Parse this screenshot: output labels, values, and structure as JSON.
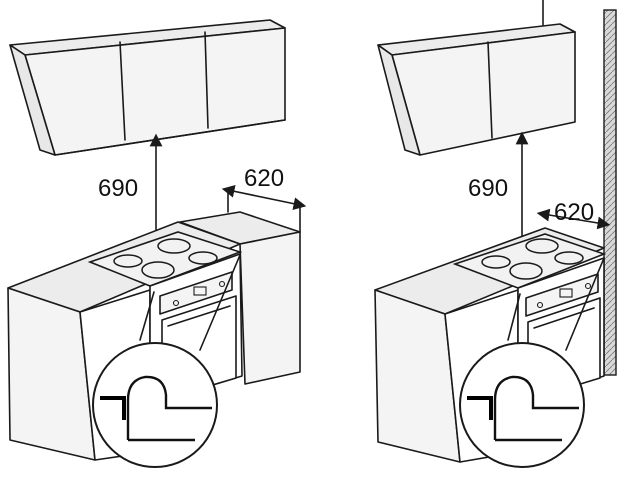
{
  "dimensions": {
    "left_height": "690",
    "left_depth": "620",
    "right_height": "690",
    "right_depth": "620"
  }
}
